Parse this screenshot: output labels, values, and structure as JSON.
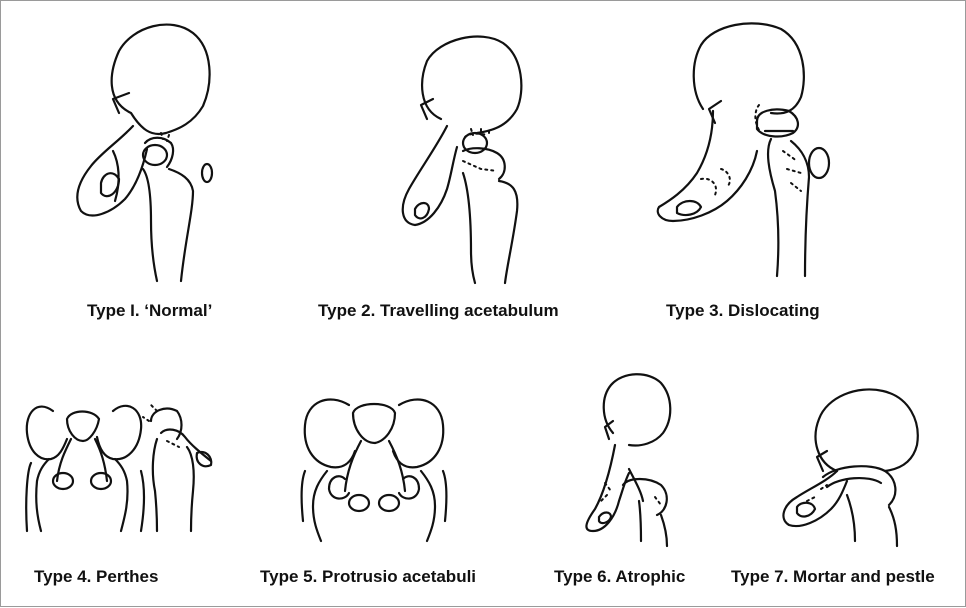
{
  "figure": {
    "labels": [
      "Type I. ‘Normal’",
      "Type 2. Travelling acetabulum",
      "Type 3. Dislocating",
      "Type 4. Perthes",
      "Type 5. Protrusio acetabuli",
      "Type 6. Atrophic",
      "Type 7. Mortar and pestle"
    ]
  }
}
